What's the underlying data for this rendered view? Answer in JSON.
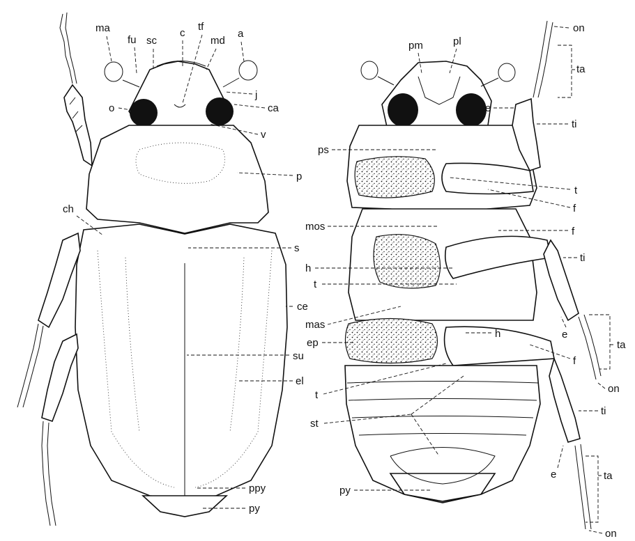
{
  "dorsal_view": {
    "labels": {
      "ma": "ma",
      "fu": "fu",
      "sc": "sc",
      "c": "c",
      "tf": "tf",
      "md": "md",
      "a": "a",
      "j": "j",
      "o": "o",
      "ca": "ca",
      "v": "v",
      "p": "p",
      "ch": "ch",
      "s": "s",
      "ce": "ce",
      "su": "su",
      "el": "el",
      "ppy": "ppy",
      "py": "py"
    }
  },
  "ventral_view": {
    "labels": {
      "pm": "pm",
      "pl": "pl",
      "on_top": "on",
      "ta_top": "ta",
      "e_top": "e",
      "ti_top": "ti",
      "ps": "ps",
      "t_pro": "t",
      "f_pro": "f",
      "mos": "mos",
      "f_mid": "f",
      "h_mid": "h",
      "ti_mid": "ti",
      "t_mid": "t",
      "mas": "mas",
      "ep": "ep",
      "h_hind": "h",
      "e_mid": "e",
      "ta_mid": "ta",
      "f_hind": "f",
      "on_mid": "on",
      "t_hind": "t",
      "st": "st",
      "ti_hind": "ti",
      "e_hind": "e",
      "ta_hind": "ta",
      "py": "py",
      "on_bottom": "on"
    }
  }
}
